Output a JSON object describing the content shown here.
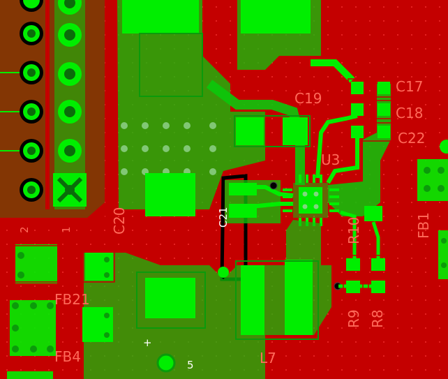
{
  "colors": {
    "board_bg": "#000000",
    "copper_red": "#c40000",
    "copper_green": "#00ee00",
    "copper_green_dark": "#00b400",
    "silkscreen": "#ff6a5a",
    "trace_green": "#0acc0a"
  },
  "designators": {
    "c17": "C17",
    "c18": "C18",
    "c22": "C22",
    "c19": "C19",
    "c20": "C20",
    "c21": "C21",
    "u3": "U3",
    "r10": "R10",
    "r9": "R9",
    "r8": "R8",
    "fb1": "FB1",
    "fb21": "FB21",
    "fb4": "FB4",
    "l7": "L7"
  },
  "pin_labels": {
    "pin2": "2",
    "pin1": "1",
    "pin5": "5",
    "plus": "+"
  }
}
